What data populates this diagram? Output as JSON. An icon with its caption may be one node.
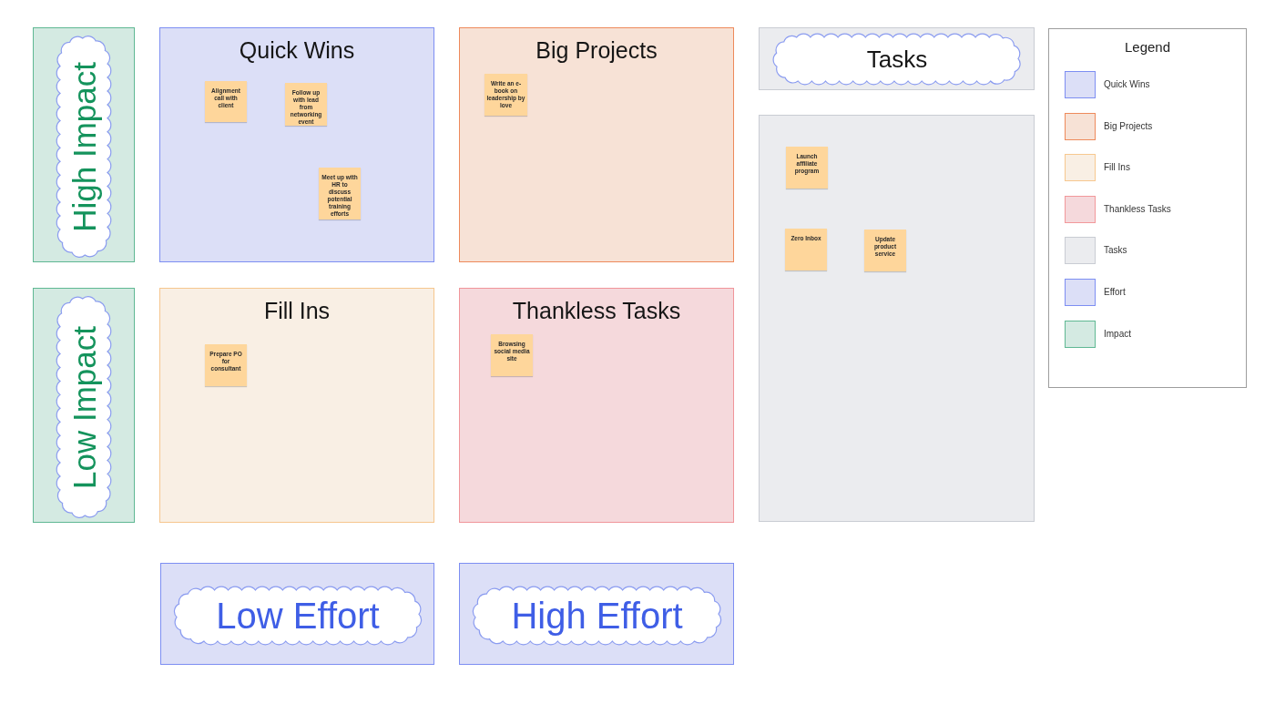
{
  "diagram": {
    "nodes": [
      {
        "text": [],
        "shape": "box"
      },
      {
        "text": [
          "High Impact"
        ],
        "in": 0
      },
      {
        "text": [
          "Quick Wins"
        ]
      },
      {
        "text": [
          "Alignment call with client"
        ],
        "in": 2
      },
      {
        "text": [
          "Follow up with lead from networking event"
        ],
        "in": 2
      },
      {
        "text": [
          "Meet up with HR to discuss potential training efforts"
        ],
        "in": 2
      },
      {
        "text": [
          "Big Projects"
        ]
      },
      {
        "text": [
          "Write an e-book on leadership by love"
        ],
        "in": 6
      },
      {
        "text": [],
        "shape": "box"
      },
      {
        "text": [
          "Tasks"
        ],
        "in": 8
      },
      {
        "text": [],
        "shape": "box"
      },
      {
        "text": [
          "Launch affiliate program"
        ],
        "in": 10
      },
      {
        "text": [
          "Zero Inbox"
        ],
        "in": 10
      },
      {
        "text": [
          "Update product service"
        ],
        "in": 10
      },
      {
        "text": [],
        "shape": "box"
      },
      {
        "text": [
          "Low Impact"
        ],
        "in": 14
      },
      {
        "text": [
          "Fill Ins"
        ]
      },
      {
        "text": [
          "Prepare PO for consultant"
        ],
        "in": 16
      },
      {
        "text": [
          "Thankless Tasks"
        ]
      },
      {
        "text": [
          "Browsing social media site"
        ],
        "in": 18
      },
      {
        "text": [],
        "shape": "box"
      },
      {
        "text": [
          "Low Effort"
        ],
        "in": 20
      },
      {
        "text": [],
        "shape": "box"
      },
      {
        "text": [
          "High Effort"
        ],
        "in": 22
      }
    ],
    "labels": [
      "Legend"
    ],
    "legend": [
      {
        "text": "Quick Wins",
        "color": "#dcdff7"
      },
      {
        "text": "Big Projects",
        "color": "#f7e2d6"
      },
      {
        "text": "Fill Ins",
        "color": "#f9efe4"
      },
      {
        "text": "Thankless Tasks",
        "color": "#f5d9dc"
      },
      {
        "text": "Tasks",
        "color": "#ebecef"
      },
      {
        "text": "Effort",
        "color": "#dcdff7"
      },
      {
        "text": "Impact",
        "color": "#d4eae2"
      }
    ]
  }
}
